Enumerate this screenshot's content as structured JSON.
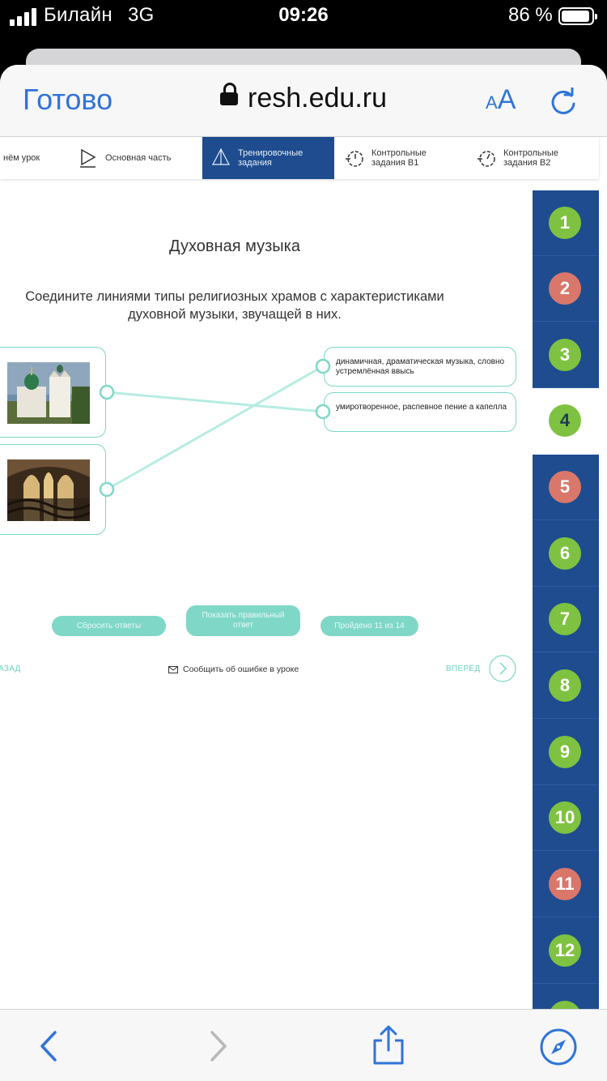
{
  "status": {
    "carrier": "Билайн",
    "network": "3G",
    "time": "09:26",
    "battery": "86 %",
    "battery_level": 0.86
  },
  "browser": {
    "done_label": "Готово",
    "url": "resh.edu.ru",
    "text_size_small": "A",
    "text_size_large": "A"
  },
  "tabs": [
    {
      "label": "нём урок",
      "icon": "lesson-icon"
    },
    {
      "label": "Основная часть",
      "icon": "play-icon"
    },
    {
      "label": "Тренировочные задания",
      "icon": "pyramid-icon",
      "active": true
    },
    {
      "label": "Контрольные задания В1",
      "icon": "timer-icon"
    },
    {
      "label": "Контрольные задания В2",
      "icon": "timer-icon"
    }
  ],
  "lesson": {
    "title": "Духовная музыка",
    "task": "Соедините линиями типы религиозных храмов с характеристиками духовной музыки, звучащей в них.",
    "help": "?",
    "answers": [
      "динамичная, драматическая музыка, словно устремлённая ввысь",
      "умиротворенное, распевное пение а капелла"
    ],
    "images": [
      "orthodox-church-photo",
      "gothic-cathedral-interior-photo"
    ]
  },
  "buttons": {
    "reset": "Сбросить ответы",
    "show": "Показать правильный ответ",
    "progress": "Пройдено 11 из 14"
  },
  "footer": {
    "back": "АЗАД",
    "report": "Сообщить об ошибке в уроке",
    "forward": "ВПЕРЁД"
  },
  "sidebar": {
    "current": "4",
    "items": [
      {
        "n": "1",
        "status": "correct"
      },
      {
        "n": "2",
        "status": "wrong"
      },
      {
        "n": "3",
        "status": "correct"
      },
      {
        "n": "4",
        "status": "correct",
        "current": true
      },
      {
        "n": "5",
        "status": "wrong"
      },
      {
        "n": "6",
        "status": "correct"
      },
      {
        "n": "7",
        "status": "correct"
      },
      {
        "n": "8",
        "status": "correct"
      },
      {
        "n": "9",
        "status": "correct"
      },
      {
        "n": "10",
        "status": "correct"
      },
      {
        "n": "11",
        "status": "wrong"
      },
      {
        "n": "12",
        "status": "correct"
      }
    ]
  },
  "colors": {
    "accent": "#2f74d8",
    "navy": "#1e4c8f",
    "teal": "#7fd8c7",
    "green": "#7fc241",
    "red": "#d9776b"
  }
}
